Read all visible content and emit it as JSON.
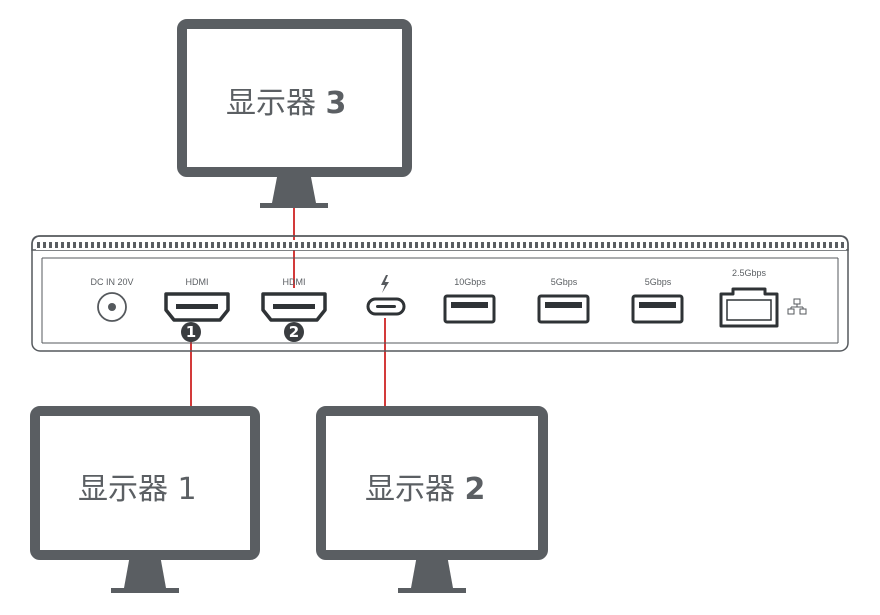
{
  "colors": {
    "monitor": "#5a5e62",
    "outline": "#55595d",
    "connector": "#d33a3a",
    "text": "#5b5f63"
  },
  "monitors": [
    {
      "id": "3",
      "label_prefix": "显示器",
      "label_number": "3",
      "number_bold": true
    },
    {
      "id": "1",
      "label_prefix": "显示器",
      "label_number": "1",
      "number_bold": false
    },
    {
      "id": "2",
      "label_prefix": "显示器",
      "label_number": "2",
      "number_bold": true
    }
  ],
  "dock": {
    "ports": [
      {
        "id": "dc-in",
        "label": "DC IN 20V",
        "icon": "barrel-jack-icon"
      },
      {
        "id": "hdmi-1",
        "label": "HDMI",
        "icon": "hdmi-icon",
        "badge": "1"
      },
      {
        "id": "hdmi-2",
        "label": "HDMI",
        "icon": "hdmi-icon",
        "badge": "2"
      },
      {
        "id": "thunderbolt",
        "label": "",
        "icon": "thunderbolt-icon"
      },
      {
        "id": "usb-10",
        "label": "10Gbps",
        "icon": "usb-a-icon"
      },
      {
        "id": "usb-5a",
        "label": "5Gbps",
        "icon": "usb-a-icon"
      },
      {
        "id": "usb-5b",
        "label": "5Gbps",
        "icon": "usb-a-icon"
      },
      {
        "id": "ethernet",
        "label": "2.5Gbps",
        "icon": "ethernet-icon"
      }
    ]
  }
}
